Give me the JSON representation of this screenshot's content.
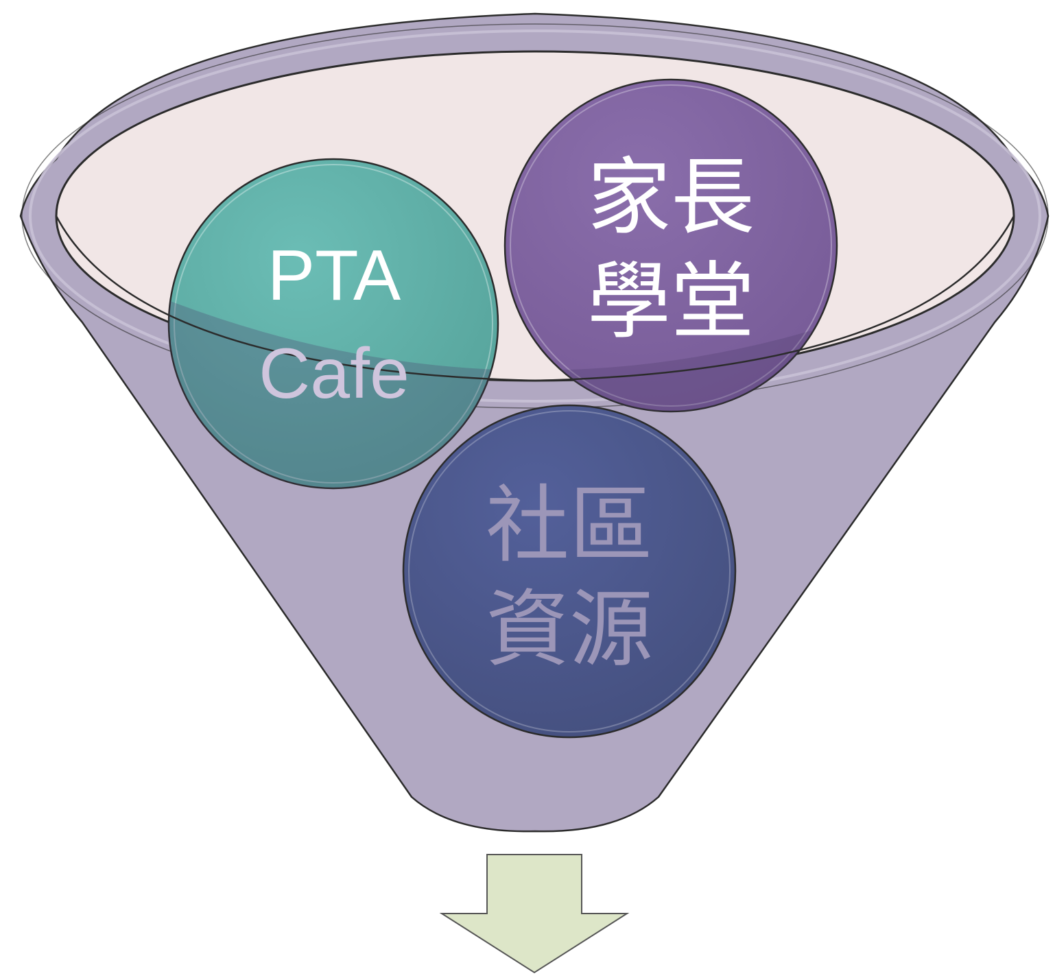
{
  "diagram": {
    "type": "funnel",
    "colors": {
      "funnel_fill": "#b1a8c2",
      "funnel_rim_inner": "#f1e6e6",
      "funnel_stroke": "#2b2b2b",
      "arrow_fill": "#dde6c8"
    },
    "items": [
      {
        "id": "pta-cafe",
        "line1": "PTA",
        "line2": "Cafe",
        "color": "#5faea6",
        "text_color": "#ffffff",
        "text_color_lower": "#cfc5dd"
      },
      {
        "id": "parent-school",
        "line1": "家長",
        "line2": "學堂",
        "color": "#8063a0",
        "text_color": "#ffffff",
        "text_color_lower": "#ffffff"
      },
      {
        "id": "community-resources",
        "line1": "社區",
        "line2": "資源",
        "color": "#4a5688",
        "text_color": "#9c96b8",
        "text_color_lower": "#9c96b8"
      }
    ],
    "output_arrow": {
      "icon": "down-arrow-icon"
    }
  }
}
